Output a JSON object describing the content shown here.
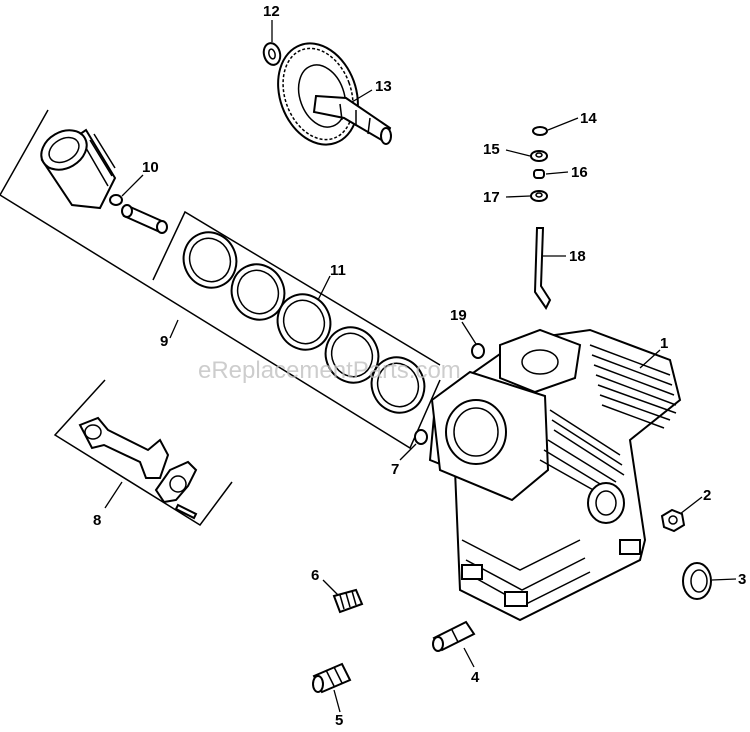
{
  "watermark": "eReplacementParts.com",
  "callouts": [
    {
      "id": "1",
      "text": "1"
    },
    {
      "id": "2",
      "text": "2"
    },
    {
      "id": "3",
      "text": "3"
    },
    {
      "id": "4",
      "text": "4"
    },
    {
      "id": "5",
      "text": "5"
    },
    {
      "id": "6",
      "text": "6"
    },
    {
      "id": "7",
      "text": "7"
    },
    {
      "id": "8",
      "text": "8"
    },
    {
      "id": "9",
      "text": "9"
    },
    {
      "id": "10",
      "text": "10"
    },
    {
      "id": "11",
      "text": "11"
    },
    {
      "id": "12",
      "text": "12"
    },
    {
      "id": "13",
      "text": "13"
    },
    {
      "id": "14",
      "text": "14"
    },
    {
      "id": "15",
      "text": "15"
    },
    {
      "id": "16",
      "text": "16"
    },
    {
      "id": "17",
      "text": "17"
    },
    {
      "id": "18",
      "text": "18"
    },
    {
      "id": "19",
      "text": "19"
    }
  ],
  "parts": [
    {
      "callout": "1",
      "name": "crankcase-icon"
    },
    {
      "callout": "2",
      "name": "nut-icon"
    },
    {
      "callout": "3",
      "name": "oil-seal-icon"
    },
    {
      "callout": "4",
      "name": "fitting-icon"
    },
    {
      "callout": "5",
      "name": "nipple-icon"
    },
    {
      "callout": "6",
      "name": "stud-icon"
    },
    {
      "callout": "7",
      "name": "dowel-pin-icon"
    },
    {
      "callout": "8",
      "name": "connecting-rod-icon"
    },
    {
      "callout": "9",
      "name": "piston-assembly-icon"
    },
    {
      "callout": "10",
      "name": "piston-pin-icon"
    },
    {
      "callout": "11",
      "name": "piston-rings-icon"
    },
    {
      "callout": "12",
      "name": "washer-icon"
    },
    {
      "callout": "13",
      "name": "camshaft-gear-icon"
    },
    {
      "callout": "14",
      "name": "small-washer-icon"
    },
    {
      "callout": "15",
      "name": "bushing-icon"
    },
    {
      "callout": "16",
      "name": "small-seal-icon"
    },
    {
      "callout": "17",
      "name": "flat-washer-icon"
    },
    {
      "callout": "18",
      "name": "governor-shaft-icon"
    },
    {
      "callout": "19",
      "name": "small-pin-icon"
    }
  ]
}
